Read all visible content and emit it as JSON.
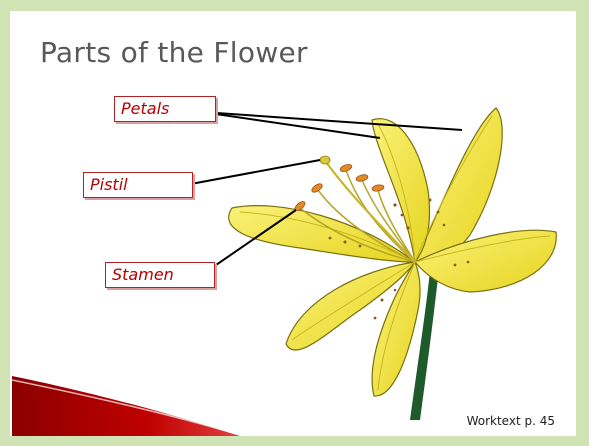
{
  "slide": {
    "title": "Parts of the Flower",
    "labels": {
      "petals": "Petals",
      "pistil": "Pistil",
      "stamen": "Stamen"
    },
    "footer": "Worktext p. 45"
  },
  "colors": {
    "background": "#cfe3b5",
    "label_border": "#b22222",
    "label_text": "#b30000",
    "petal": "#f2e433",
    "petal_shadow": "#c9b81c",
    "stem": "#1f5a2a",
    "decor_red": "#c00000"
  },
  "icons": {
    "flower": "lily-flower-illustration",
    "corner": "red-swoosh-decoration"
  }
}
